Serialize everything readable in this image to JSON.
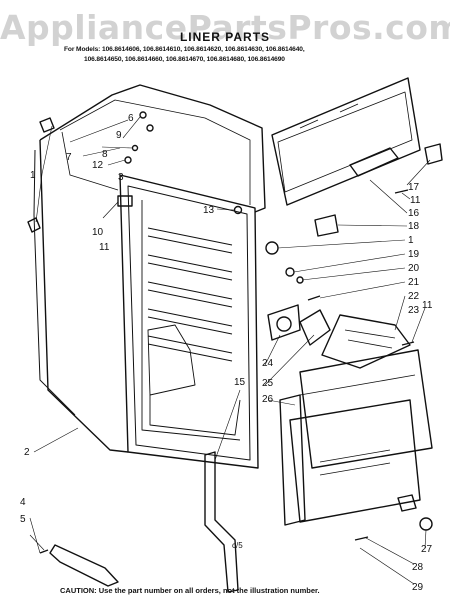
{
  "watermark": "AppliancePartsPros.com",
  "header": "LINER PARTS",
  "models": {
    "prefix": "For Models:",
    "line1": "106.8614606, 106.8614610, 106.8614620, 106.8614630, 106.8614640,",
    "line2": "106.8614650, 106.8614660, 106.8614670, 106.8614680, 106.8614690"
  },
  "callouts": [
    "1",
    "2",
    "3",
    "4",
    "5",
    "6",
    "7",
    "8",
    "9",
    "10",
    "11",
    "12",
    "13",
    "15",
    "16",
    "17",
    "18",
    "19",
    "20",
    "21",
    "22",
    "23",
    "24",
    "25",
    "26",
    "27",
    "28",
    "29"
  ],
  "margin_note": "c/5",
  "caution": "CAUTION: Use the part number on all orders, not the illustration number."
}
